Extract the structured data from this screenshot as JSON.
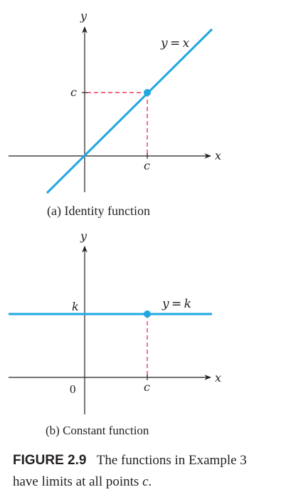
{
  "panel_a": {
    "y_axis_label": "y",
    "x_axis_label": "x",
    "line_label": "y = x",
    "y_point_label": "c",
    "x_point_label": "c",
    "subcaption": "(a) Identity function"
  },
  "panel_b": {
    "y_axis_label": "y",
    "x_axis_label": "x",
    "line_label": "y = k",
    "y_point_label": "k",
    "x_point_label": "c",
    "origin_label": "0",
    "subcaption": "(b) Constant function"
  },
  "figure_caption": {
    "label": "FIGURE 2.9",
    "text_1": "The functions in Example 3",
    "text_2": "have limits at all points",
    "var": "c",
    "end": "."
  },
  "colors": {
    "line": "#1fa7e1",
    "guide": "#e8395a",
    "axis": "#231f20"
  }
}
